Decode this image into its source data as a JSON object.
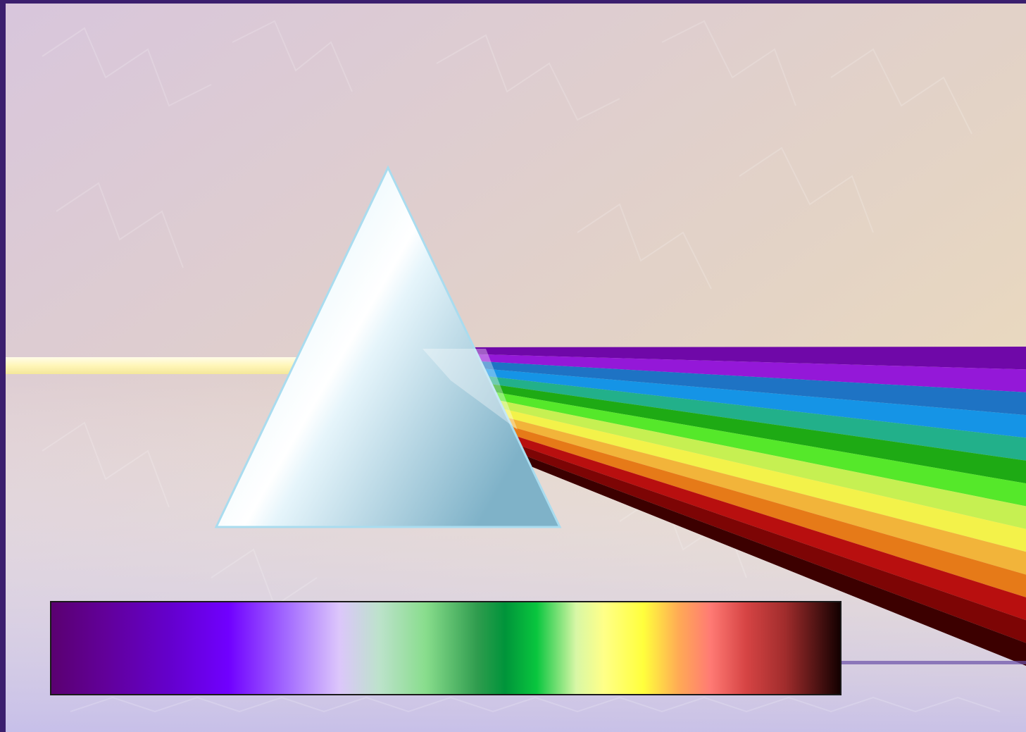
{
  "scene": {
    "colors": {
      "border": "#3b1f6e",
      "background_top_left": "#d8c6dc",
      "background_top_right": "#f1dfb6",
      "background_bottom": "#c2bcef",
      "white_beam": "#fff6b8",
      "prism_light": "#cdeefa",
      "prism_dark": "#7fb2c8"
    }
  },
  "spectrum_beam": {
    "bands": [
      {
        "name": "violet-dark",
        "color": "#6f08a8"
      },
      {
        "name": "violet",
        "color": "#9418d8"
      },
      {
        "name": "blue-dark",
        "color": "#1e73c4"
      },
      {
        "name": "blue",
        "color": "#1594e6"
      },
      {
        "name": "teal",
        "color": "#22b08a"
      },
      {
        "name": "green-dark",
        "color": "#1eaa14"
      },
      {
        "name": "green",
        "color": "#55e82a"
      },
      {
        "name": "yellow-green",
        "color": "#c6f052"
      },
      {
        "name": "yellow",
        "color": "#f3f24a"
      },
      {
        "name": "orange-light",
        "color": "#f2b43a"
      },
      {
        "name": "orange",
        "color": "#e67a18"
      },
      {
        "name": "red",
        "color": "#b80f0f"
      },
      {
        "name": "red-dark",
        "color": "#7d0505"
      },
      {
        "name": "maroon",
        "color": "#3c0000"
      }
    ]
  },
  "spectrum_bar": {
    "stops": [
      {
        "offset": 0.0,
        "color": "#5a0070"
      },
      {
        "offset": 0.07,
        "color": "#62009a"
      },
      {
        "offset": 0.15,
        "color": "#6400cc"
      },
      {
        "offset": 0.225,
        "color": "#7000ff"
      },
      {
        "offset": 0.3,
        "color": "#a46cff"
      },
      {
        "offset": 0.365,
        "color": "#dcc6fb"
      },
      {
        "offset": 0.415,
        "color": "#bde2cc"
      },
      {
        "offset": 0.475,
        "color": "#88dd8c"
      },
      {
        "offset": 0.54,
        "color": "#2f9c4e"
      },
      {
        "offset": 0.575,
        "color": "#00943a"
      },
      {
        "offset": 0.615,
        "color": "#09c63e"
      },
      {
        "offset": 0.665,
        "color": "#d8f7a6"
      },
      {
        "offset": 0.7,
        "color": "#ffff88"
      },
      {
        "offset": 0.75,
        "color": "#ffff3c"
      },
      {
        "offset": 0.795,
        "color": "#ffaa55"
      },
      {
        "offset": 0.835,
        "color": "#ff7a74"
      },
      {
        "offset": 0.88,
        "color": "#d64444"
      },
      {
        "offset": 0.93,
        "color": "#a02c2c"
      },
      {
        "offset": 1.0,
        "color": "#120000"
      }
    ]
  }
}
